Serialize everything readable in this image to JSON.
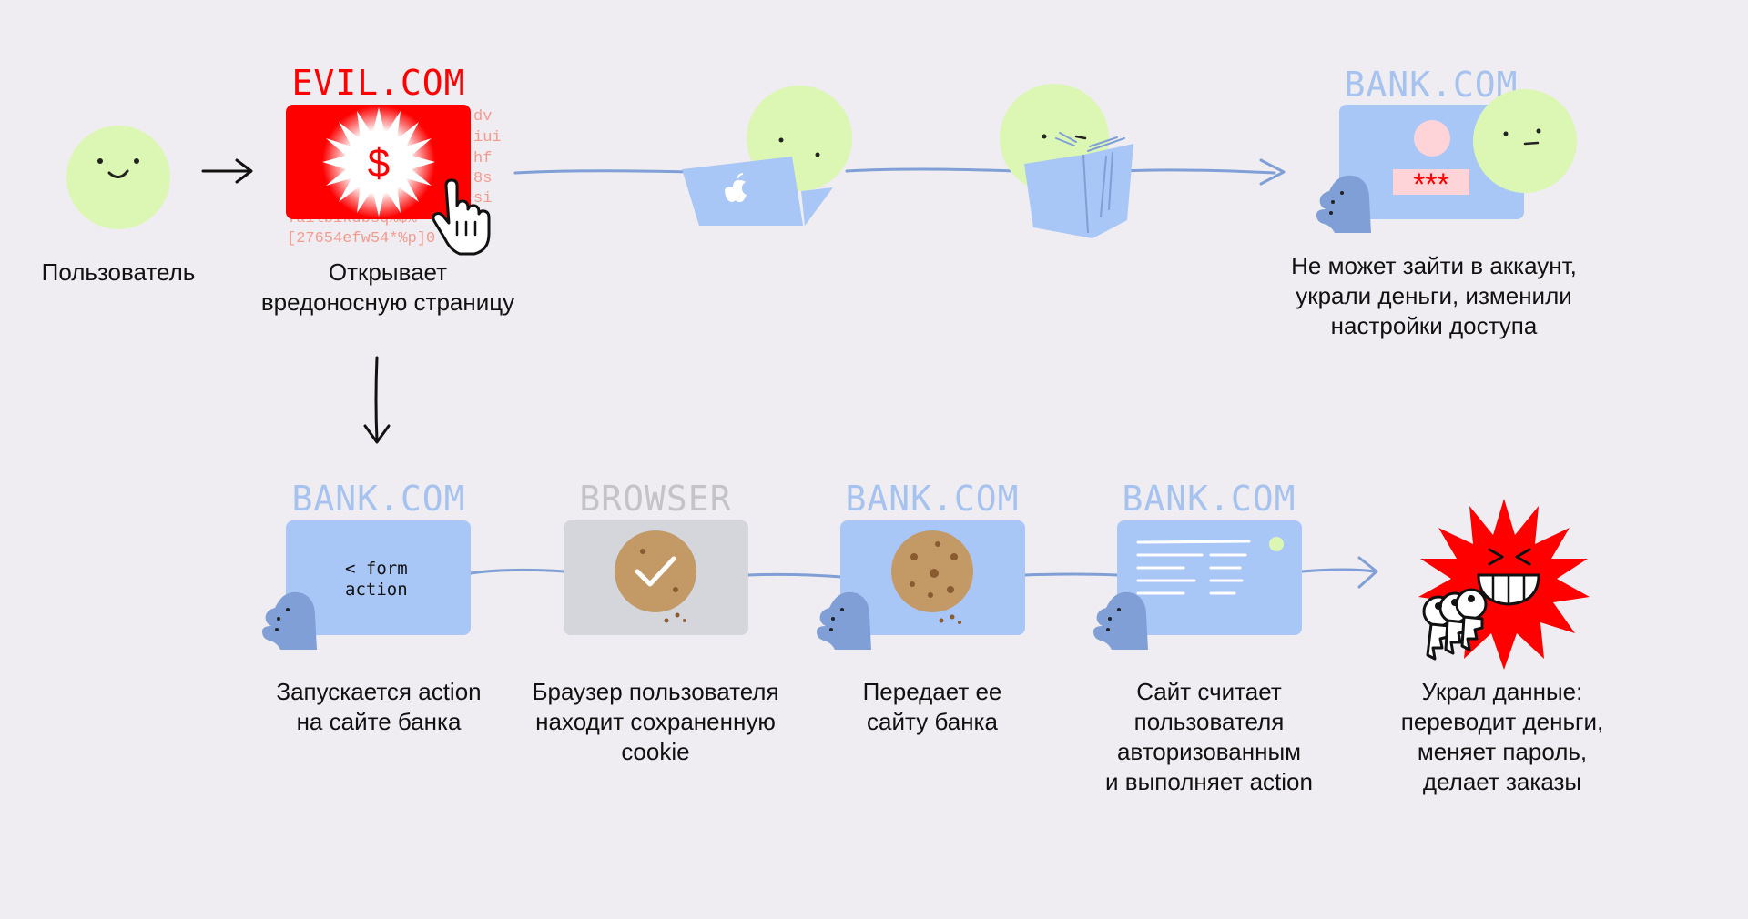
{
  "top_row": {
    "user_caption": "Пользователь",
    "evil_site_label": "EVIL.COM",
    "dollar_sign": "$",
    "evil_caption": "Открывает\nвредоносную страницу",
    "junk_code": [
      "dv",
      "iui",
      "hf",
      "8s",
      "si",
      "Yailbikdbsq%$%",
      "[27654efw54*%p]0"
    ],
    "bank_label": "BANK.COM",
    "password_mask": "***",
    "result_caption": "Не может зайти в аккаунт,\nукрали деньги, изменили\nнастройки доступа"
  },
  "bottom_row": {
    "steps": [
      {
        "label": "BANK.COM",
        "content": "< form\naction",
        "caption": "Запускается action\nна сайте банка"
      },
      {
        "label": "BROWSER",
        "caption": "Браузер пользователя\nнаходит сохраненную\ncookie"
      },
      {
        "label": "BANK.COM",
        "caption": "Передает ее\nсайту банка"
      },
      {
        "label": "BANK.COM",
        "caption": "Сайт считает\nпользователя\nавторизованным\nи выполняет action"
      }
    ],
    "final_caption": "Украл данные:\nпереводит деньги,\nменяет пароль,\nделает заказы"
  },
  "colors": {
    "background": "#efedf1",
    "panel_blue": "#a8c6f6",
    "label_blue": "#a6c3f0",
    "face_green": "#dcf7b4",
    "evil_red": "#fe0000",
    "browser_grey": "#d5d5dc",
    "browser_label": "#c4c4c8",
    "cookie": "#c39a66",
    "line_blue": "#7f9fd6"
  }
}
